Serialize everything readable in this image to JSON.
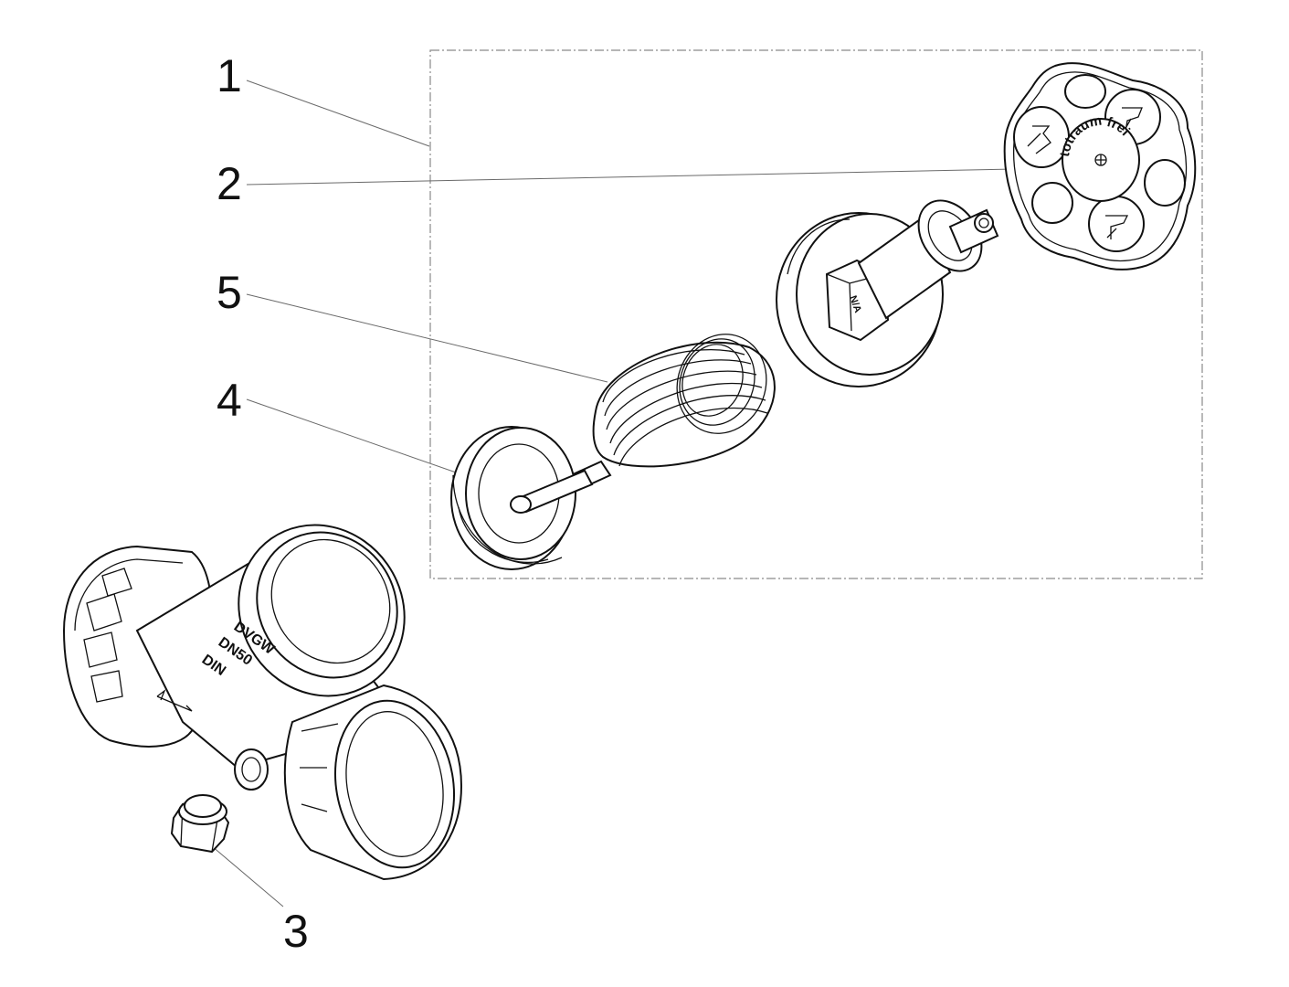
{
  "callouts": {
    "c1": "1",
    "c2": "2",
    "c3": "3",
    "c4": "4",
    "c5": "5"
  },
  "markings": {
    "handwheel_text": "totraum frei",
    "body_line1": "DVGW",
    "body_line2": "DN50",
    "body_line3": "DIN",
    "nut_text": "N/A"
  },
  "colors": {
    "line": "#111111",
    "leader": "#6a6a6a",
    "frame": "#8a8a8a"
  }
}
